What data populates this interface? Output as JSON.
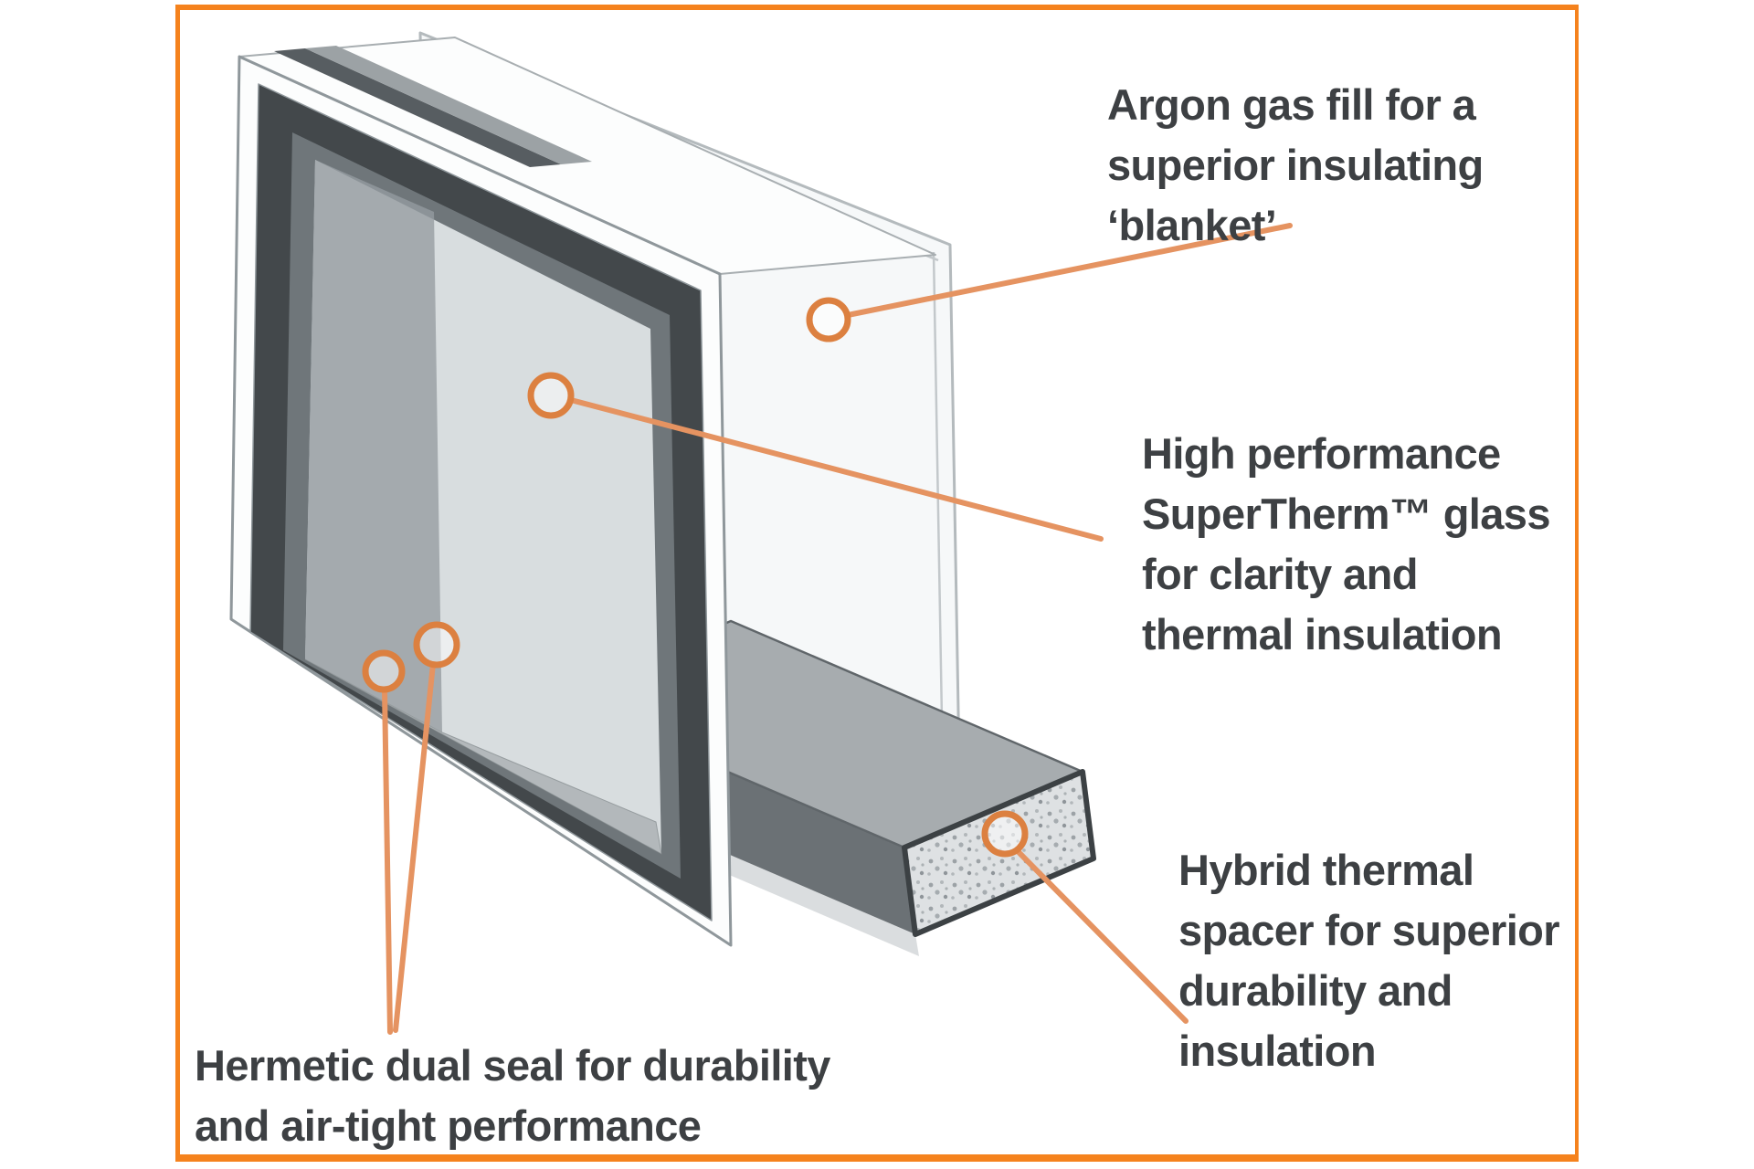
{
  "style": {
    "canvas_bg": "#FFFFFF",
    "border_color": "#F5821D",
    "callout_color": "#DC8040",
    "callout_line_color": "#E59361",
    "text_color": "#3D4043",
    "frame_fill": "#FCFDFD",
    "frame_outline": "#8F979B",
    "seal_dark": "#43484B",
    "seal_mid": "#6F767A",
    "seal_top": "#575D61",
    "interior_top": "#9CA2A5",
    "interior_wall": "#8C9398",
    "interior_floor": "#9FA5A8",
    "interior_back": "#CFD4D7",
    "pane_fill": "#F5F7F8",
    "pane_outline": "#B4BABD",
    "bar_top": "#A7ACAF",
    "bar_front": "#6B7175",
    "bar_end_bg": "#DEE1E3",
    "bar_outline": "#3C4144"
  },
  "callouts": {
    "argon": {
      "lines": [
        "Argon gas fill for a",
        "superior insulating",
        "‘blanket’"
      ]
    },
    "glass": {
      "lines": [
        "High performance",
        "SuperTherm™ glass",
        "for clarity and",
        "thermal insulation"
      ]
    },
    "spacer": {
      "lines": [
        "Hybrid thermal",
        "spacer for superior",
        "durability and",
        "insulation"
      ]
    },
    "seal": {
      "lines": [
        "Hermetic dual seal for durability",
        "and air-tight performance"
      ]
    }
  }
}
